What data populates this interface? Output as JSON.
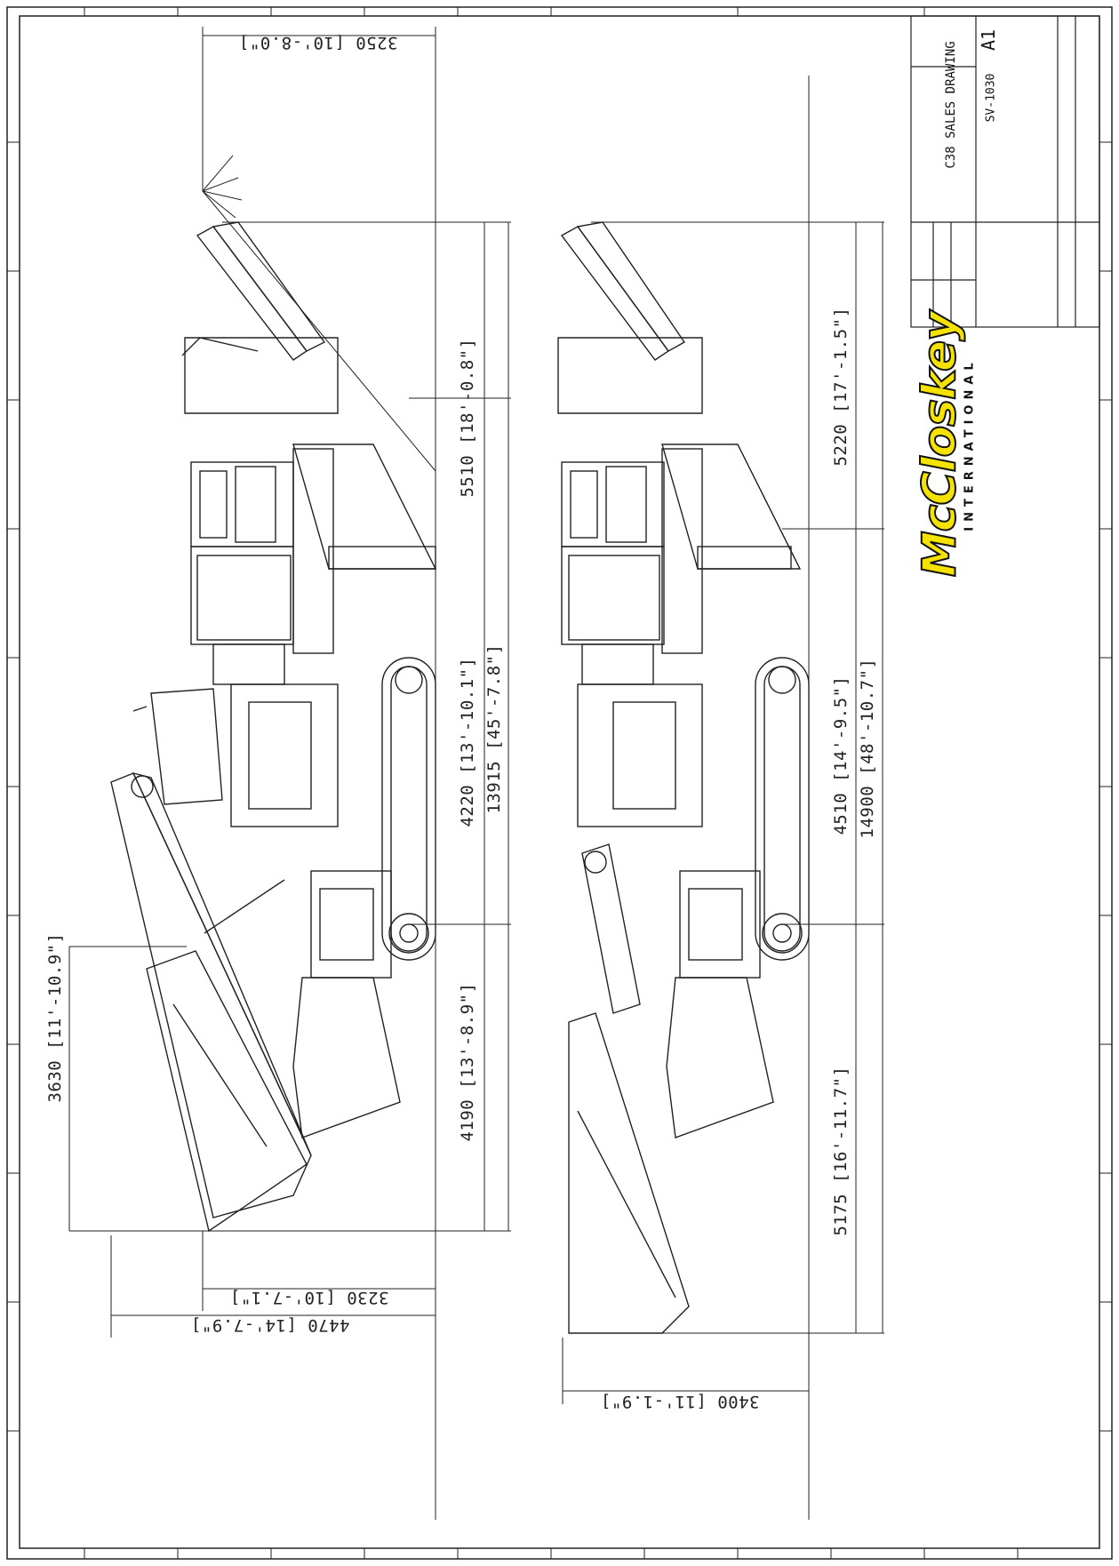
{
  "title_block": {
    "drawing_title": "C38 SALES DRAWING",
    "drawing_number": "SV-1030",
    "sheet_size": "A1"
  },
  "logo": {
    "name": "McCloskey",
    "subtitle": "INTERNATIONAL"
  },
  "upper_view": {
    "dimensions": [
      {
        "id": "top_height",
        "label": "3250 [10'-8.0\"]"
      },
      {
        "id": "section_right",
        "label": "5510 [18'-0.8\"]"
      },
      {
        "id": "section_mid",
        "label": "4220 [13'-10.1\"]"
      },
      {
        "id": "section_left",
        "label": "4190 [13'-8.9\"]"
      },
      {
        "id": "overall_length",
        "label": "13915 [45'-7.8\"]"
      },
      {
        "id": "conveyor_reach",
        "label": "3630 [11'-10.9\"]"
      },
      {
        "id": "height_a",
        "label": "3230 [10'-7.1\"]"
      },
      {
        "id": "height_b",
        "label": "4470 [14'-7.9\"]"
      }
    ]
  },
  "lower_view": {
    "dimensions": [
      {
        "id": "section_right",
        "label": "5220 [17'-1.5\"]"
      },
      {
        "id": "section_mid",
        "label": "4510 [14'-9.5\"]"
      },
      {
        "id": "overall_length",
        "label": "14900 [48'-10.7\"]"
      },
      {
        "id": "section_left",
        "label": "5175 [16'-11.7\"]"
      },
      {
        "id": "height",
        "label": "3400 [11'-1.9\"]"
      }
    ]
  },
  "colors": {
    "line": "#222222",
    "logo_fill": "#f4e300"
  }
}
